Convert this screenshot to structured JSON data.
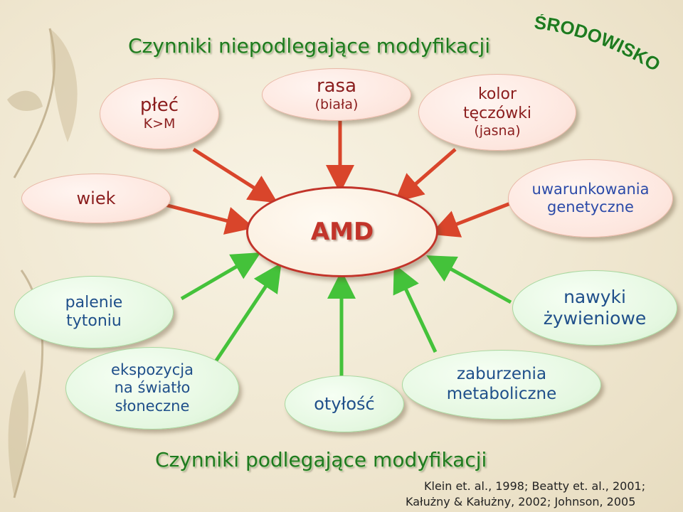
{
  "title_top": "Czynniki niepodlegające modyfikacji",
  "title_bottom": "Czynniki podlegające modyfikacji",
  "environment_label": "ŚRODOWISKO",
  "center": {
    "label": "AMD"
  },
  "nonmodifiable": {
    "plec": {
      "line1": "płeć",
      "line2": "K>M"
    },
    "rasa": {
      "line1": "rasa",
      "line2": "(biała)"
    },
    "kolor": {
      "line1": "kolor",
      "line2": "tęczówki",
      "line3": "(jasna)"
    },
    "wiek": {
      "label": "wiek"
    },
    "genetyczne": {
      "line1": "uwarunkowania",
      "line2": "genetyczne"
    }
  },
  "modifiable": {
    "palenie": {
      "line1": "palenie",
      "line2": "tytoniu"
    },
    "ekspozycja": {
      "line1": "ekspozycja",
      "line2": "na światło",
      "line3": "słoneczne"
    },
    "otylosc": {
      "label": "otyłość"
    },
    "zaburzenia": {
      "line1": "zaburzenia",
      "line2": "metaboliczne"
    },
    "nawyki": {
      "line1": "nawyki",
      "line2": "żywieniowe"
    }
  },
  "references": {
    "line1": "Klein et. al., 1998; Beatty et. al., 2001;",
    "line2": "Kałużny & Kałużny, 2002; Johnson, 2005"
  },
  "colors": {
    "red_arrow": "#d9452b",
    "green_arrow": "#44c23a",
    "heading_green": "#1f7a1f",
    "label_red": "#8b1e1e",
    "label_blue": "#2b4aa8"
  }
}
